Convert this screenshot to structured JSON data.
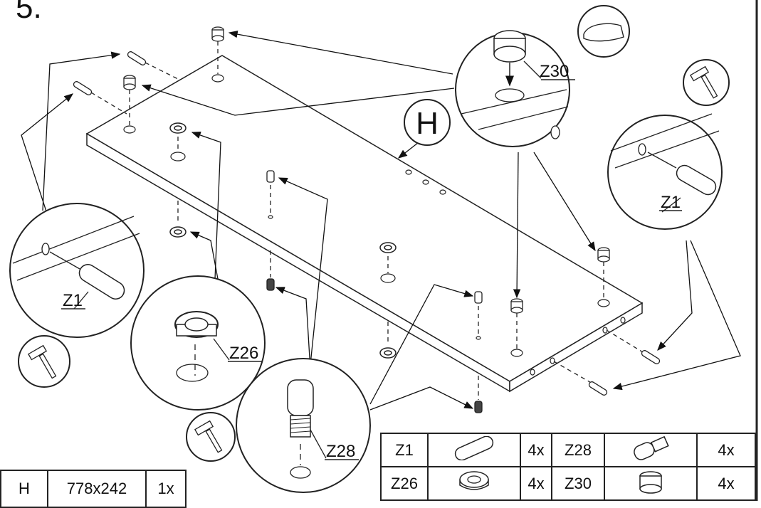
{
  "step": {
    "number": "5."
  },
  "panel": {
    "letter": "H",
    "size": "778x242",
    "qty": "1x"
  },
  "callouts": {
    "z1_left": "Z1",
    "z1_right": "Z1",
    "z26": "Z26",
    "z28": "Z28",
    "z30": "Z30"
  },
  "parts_table": [
    {
      "code": "Z1",
      "icon": "dowel-icon",
      "qty": "4x"
    },
    {
      "code": "Z28",
      "icon": "cam-bolt-icon",
      "qty": "4x"
    },
    {
      "code": "Z26",
      "icon": "cam-cover-icon",
      "qty": "4x"
    },
    {
      "code": "Z30",
      "icon": "cam-lock-icon",
      "qty": "4x"
    }
  ],
  "colors": {
    "line": "#222222",
    "background": "#ffffff"
  }
}
